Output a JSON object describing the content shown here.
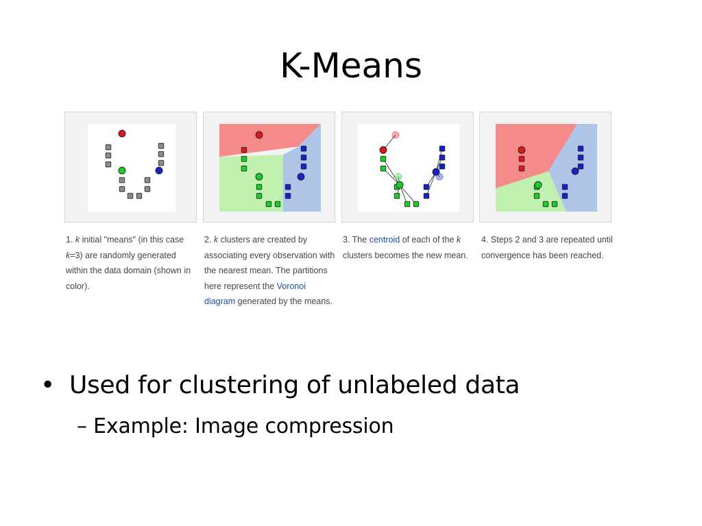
{
  "title": "K-Means",
  "colors": {
    "red": "#d9191b",
    "green": "#1ccd27",
    "blue": "#1522c8",
    "gray": "#8c8c8c",
    "red_region": "#f58a8a",
    "green_region": "#c0f1b0",
    "blue_region": "#afc5e8",
    "link": "#1f4fa8"
  },
  "panels": [
    {
      "step": 1
    },
    {
      "step": 2
    },
    {
      "step": 3
    },
    {
      "step": 4
    }
  ],
  "captions": [
    {
      "parts": [
        {
          "text": "1. "
        },
        {
          "text": "k",
          "style": "italic"
        },
        {
          "text": " initial \"means\" (in this case "
        },
        {
          "text": "k",
          "style": "italic"
        },
        {
          "text": "=3) are randomly generated within the data domain (shown in color)."
        }
      ]
    },
    {
      "parts": [
        {
          "text": "2. "
        },
        {
          "text": "k",
          "style": "italic"
        },
        {
          "text": " clusters are created by associating every observation with the nearest mean. The partitions here represent the "
        },
        {
          "text": "Voronoi diagram",
          "style": "link"
        },
        {
          "text": " generated by the means."
        }
      ]
    },
    {
      "parts": [
        {
          "text": "3. The "
        },
        {
          "text": "centroid",
          "style": "link"
        },
        {
          "text": " of each of the "
        },
        {
          "text": "k",
          "style": "italic"
        },
        {
          "text": " clusters becomes the new mean."
        }
      ]
    },
    {
      "parts": [
        {
          "text": "4. Steps 2 and 3 are repeated until convergence has been reached."
        }
      ]
    }
  ],
  "bullet": {
    "symbol": "•",
    "text": "Used for clustering of unlabeled data"
  },
  "sub_bullet": {
    "symbol": "–",
    "text": "Example: Image compression"
  }
}
